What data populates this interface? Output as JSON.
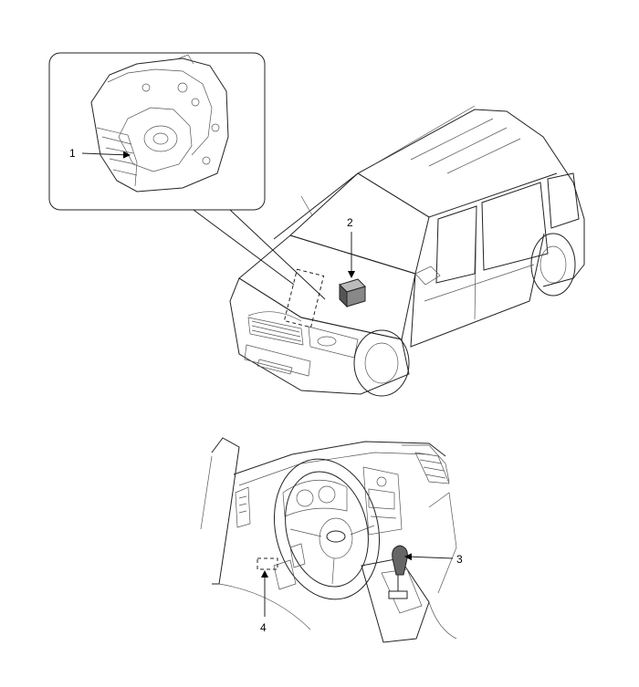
{
  "callouts": [
    {
      "id": "1",
      "text": "1"
    },
    {
      "id": "2",
      "text": "2"
    },
    {
      "id": "3",
      "text": "3"
    },
    {
      "id": "4",
      "text": "4"
    }
  ],
  "colors": {
    "line": "#222222",
    "background": "#ffffff"
  }
}
